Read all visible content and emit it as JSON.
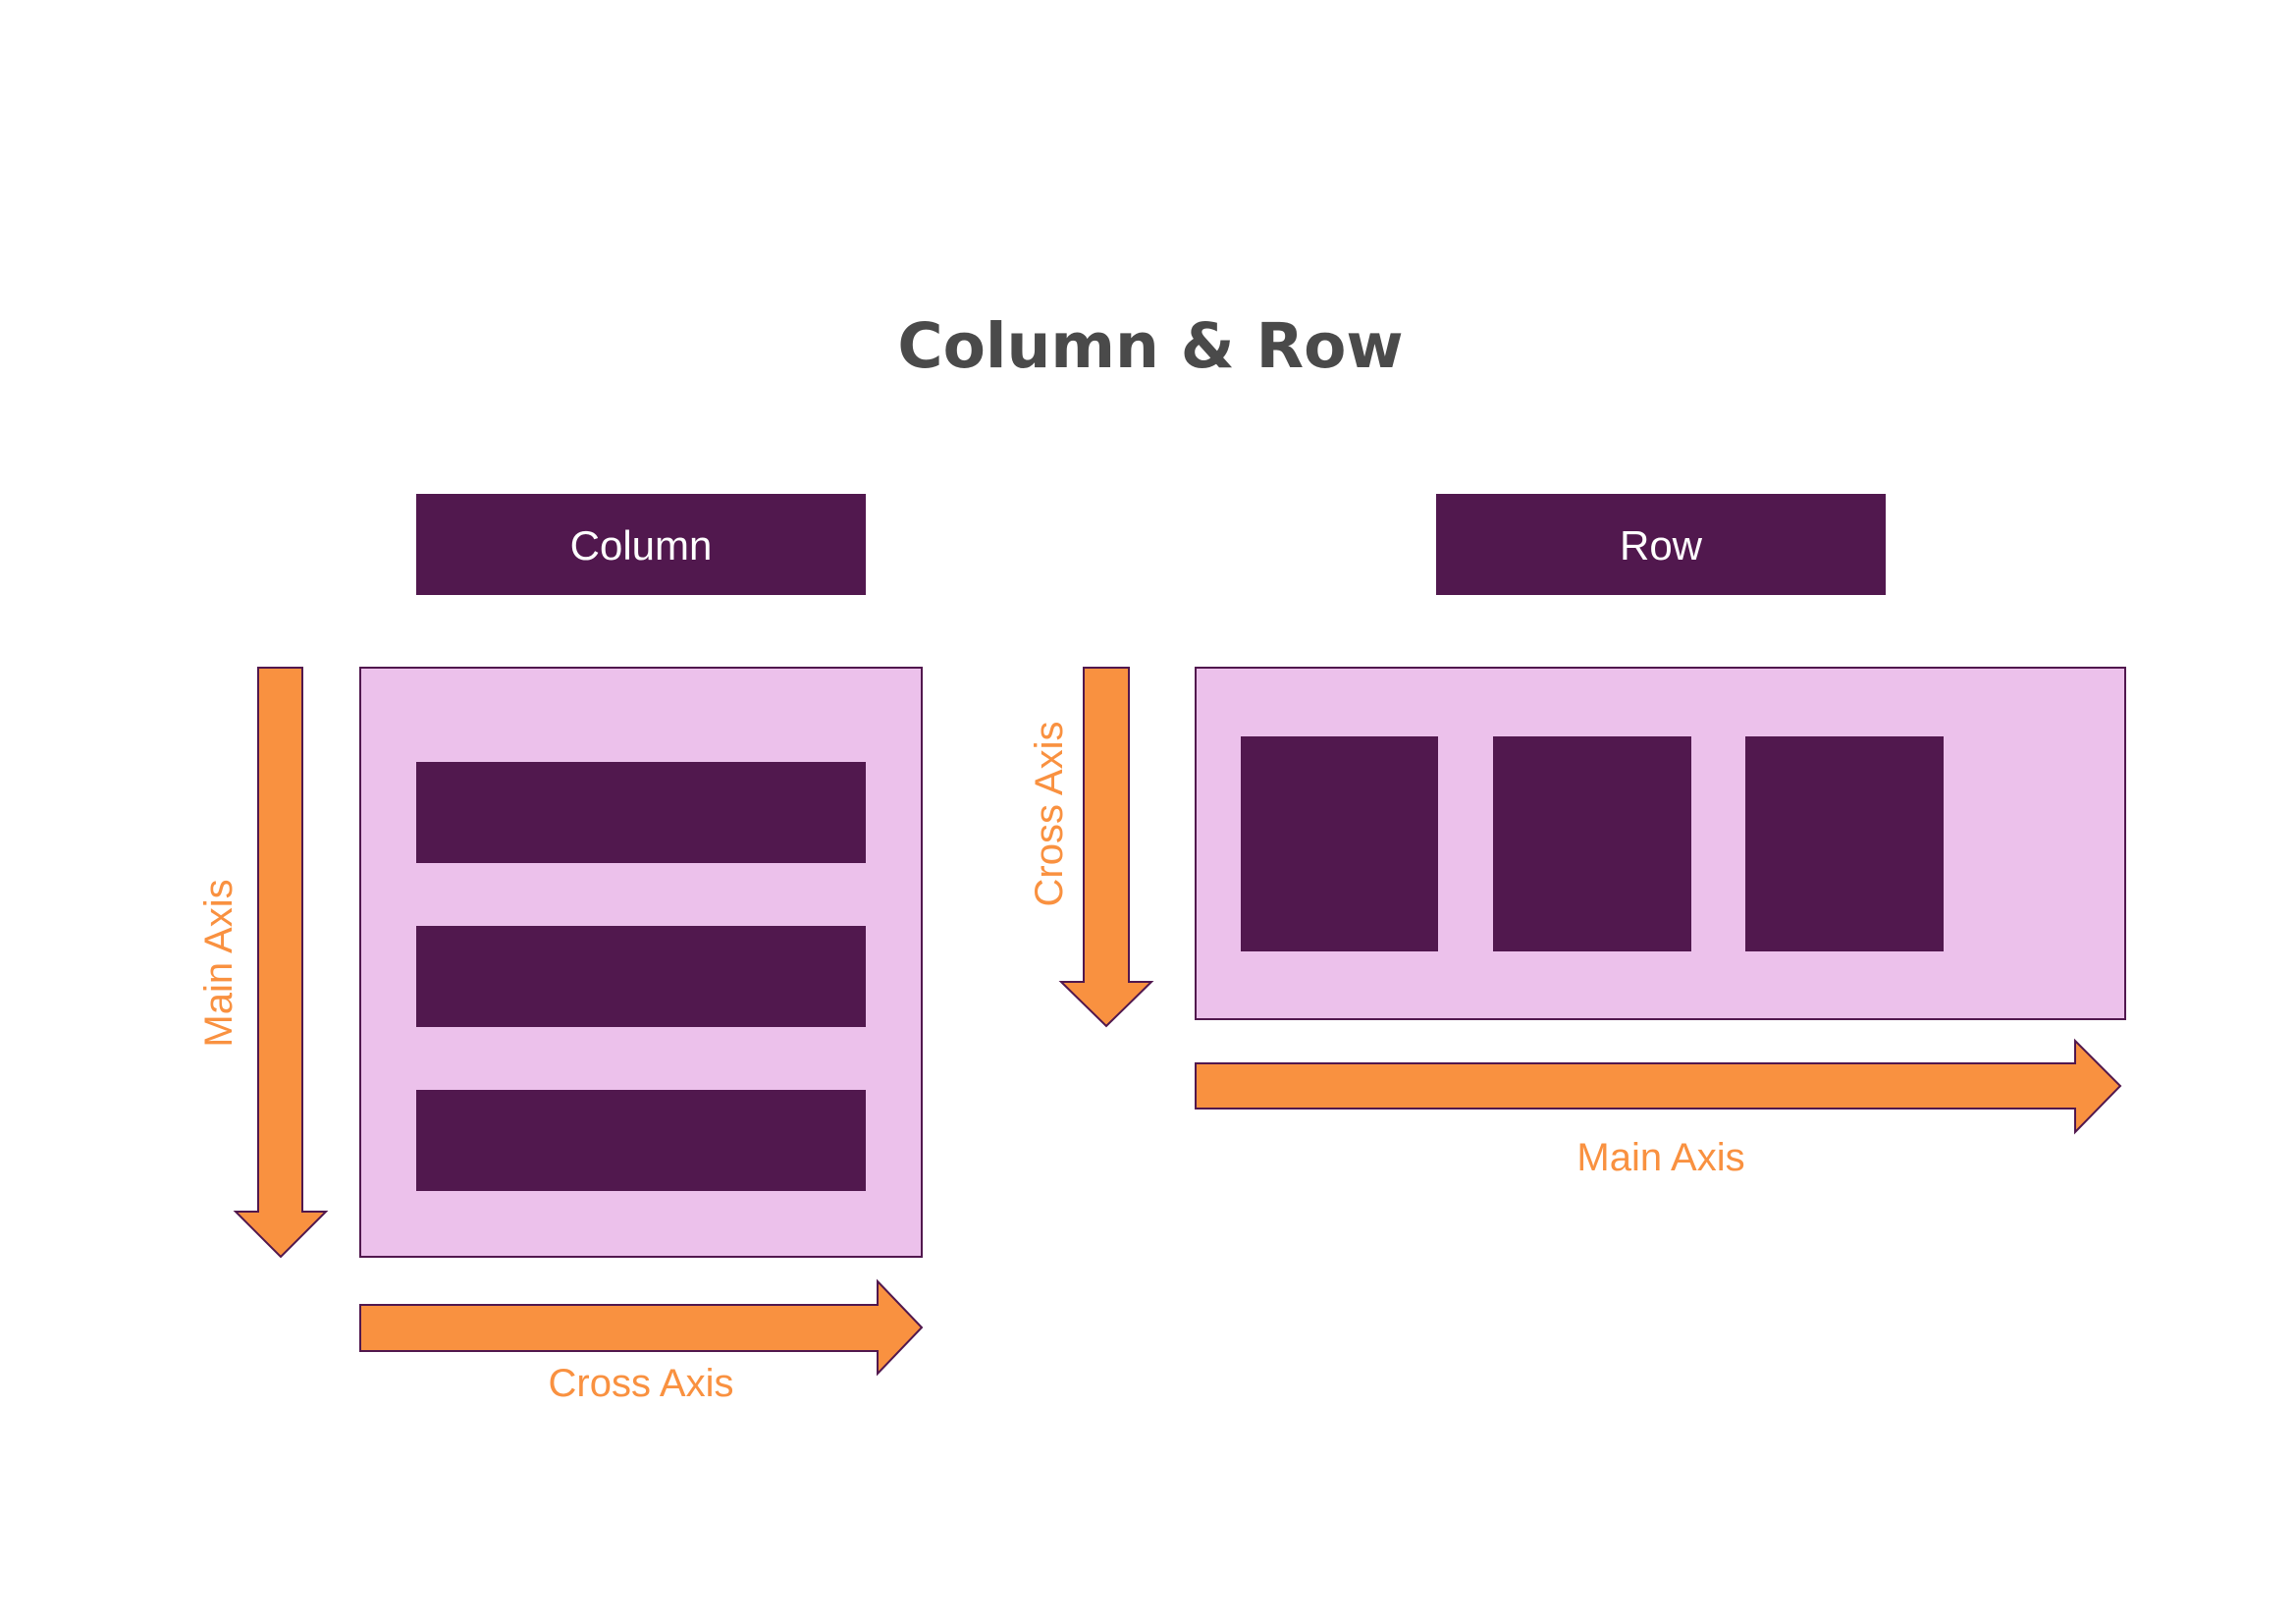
{
  "title": "Column & Row",
  "colors": {
    "title": "#4a4a4a",
    "dark_purple": "#51184e",
    "light_purple": "#ecc1eb",
    "orange": "#f99140",
    "header_text": "#ffffff"
  },
  "column": {
    "header": "Column",
    "main_axis_label": "Main Axis",
    "cross_axis_label": "Cross Axis",
    "child_count": 3
  },
  "row": {
    "header": "Row",
    "main_axis_label": "Main Axis",
    "cross_axis_label": "Cross Axis",
    "child_count": 3
  }
}
